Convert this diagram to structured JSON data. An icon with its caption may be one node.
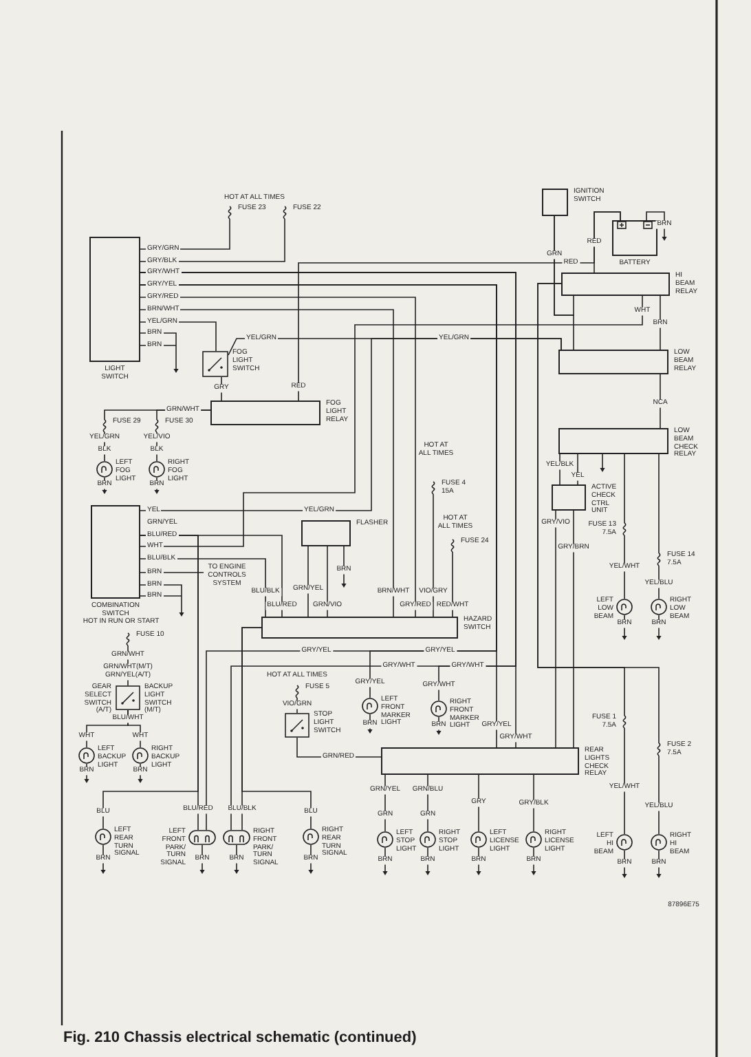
{
  "diagram": {
    "title": "Fig. 210 Chassis electrical schematic (continued)",
    "nodes": [
      {
        "text": [
          "LIGHT SWITCH"
        ]
      },
      {
        "text": [
          "FUSE 23"
        ]
      },
      {
        "text": [
          "FUSE 22"
        ]
      },
      {
        "text": [
          "FOG LIGHT SWITCH"
        ]
      },
      {
        "text": [
          "FOG LIGHT RELAY"
        ]
      },
      {
        "text": [
          "FUSE 29"
        ]
      },
      {
        "text": [
          "FUSE 30"
        ]
      },
      {
        "text": [
          "LEFT FOG LIGHT"
        ]
      },
      {
        "text": [
          "RIGHT FOG LIGHT"
        ]
      },
      {
        "text": [
          "IGNITION SWITCH"
        ]
      },
      {
        "text": [
          "BATTERY"
        ]
      },
      {
        "text": [
          "HI BEAM RELAY"
        ]
      },
      {
        "text": [
          "LOW BEAM RELAY"
        ]
      },
      {
        "text": [
          "LOW BEAM CHECK RELAY"
        ]
      },
      {
        "text": [
          "ACTIVE CHECK CTRL UNIT"
        ]
      },
      {
        "text": [
          "FUSE 13 7.5A"
        ]
      },
      {
        "text": [
          "FUSE 14 7.5A"
        ]
      },
      {
        "text": [
          "LEFT LOW BEAM"
        ]
      },
      {
        "text": [
          "RIGHT LOW BEAM"
        ]
      },
      {
        "text": [
          "COMBINATION SWITCH"
        ]
      },
      {
        "text": [
          "FLASHER"
        ]
      },
      {
        "text": [
          "HAZARD SWITCH"
        ]
      },
      {
        "text": [
          "FUSE 4 15A"
        ]
      },
      {
        "text": [
          "FUSE 24"
        ]
      },
      {
        "text": [
          "TO ENGINE CONTROLS SYSTEM"
        ]
      },
      {
        "text": [
          "FUSE 10"
        ]
      },
      {
        "text": [
          "GEAR SELECT SWITCH (A/T)",
          "BACKUP LIGHT SWITCH (M/T)"
        ]
      },
      {
        "text": [
          "LEFT BACKUP LIGHT"
        ]
      },
      {
        "text": [
          "RIGHT BACKUP LIGHT"
        ]
      },
      {
        "text": [
          "FUSE 5"
        ]
      },
      {
        "text": [
          "STOP LIGHT SWITCH"
        ]
      },
      {
        "text": [
          "LEFT FRONT MARKER LIGHT"
        ]
      },
      {
        "text": [
          "RIGHT FRONT MARKER LIGHT"
        ]
      },
      {
        "text": [
          "REAR LIGHTS CHECK RELAY"
        ]
      },
      {
        "text": [
          "FUSE 1 7.5A"
        ]
      },
      {
        "text": [
          "FUSE 2 7.5A"
        ]
      },
      {
        "text": [
          "LEFT REAR TURN SIGNAL"
        ]
      },
      {
        "text": [
          "LEFT FRONT PARK/ TURN SIGNAL"
        ]
      },
      {
        "text": [
          "RIGHT FRONT PARK/ TURN SIGNAL"
        ]
      },
      {
        "text": [
          "RIGHT REAR TURN SIGNAL"
        ]
      },
      {
        "text": [
          "LEFT STOP LIGHT"
        ]
      },
      {
        "text": [
          "RIGHT STOP LIGHT"
        ]
      },
      {
        "text": [
          "LEFT LICENSE LIGHT"
        ]
      },
      {
        "text": [
          "RIGHT LICENSE LIGHT"
        ]
      },
      {
        "text": [
          "LEFT HI BEAM"
        ]
      },
      {
        "text": [
          "RIGHT HI BEAM"
        ]
      }
    ],
    "edges": [
      {
        "from": 0,
        "to": 1,
        "arrow": "none"
      },
      {
        "from": 0,
        "to": 2,
        "arrow": "none"
      },
      {
        "from": 0,
        "to": 33,
        "arrow": "none"
      },
      {
        "from": 0,
        "to": 33,
        "arrow": "none"
      },
      {
        "from": 0,
        "to": 31,
        "arrow": "none"
      },
      {
        "from": 0,
        "to": 37,
        "arrow": "none"
      },
      {
        "from": 0,
        "to": 32,
        "arrow": "none"
      },
      {
        "from": 0,
        "to": 38,
        "arrow": "none"
      },
      {
        "from": 0,
        "to": 21,
        "arrow": "none"
      },
      {
        "from": 0,
        "to": 21,
        "arrow": "none"
      },
      {
        "from": 0,
        "to": 3,
        "arrow": "none"
      },
      {
        "from": 3,
        "to": 12,
        "arrow": "none"
      },
      {
        "from": 3,
        "to": 4,
        "arrow": "none"
      },
      {
        "from": 4,
        "to": 5,
        "arrow": "none"
      },
      {
        "from": 4,
        "to": 6,
        "arrow": "none"
      },
      {
        "from": 4,
        "to": 10,
        "arrow": "none"
      },
      {
        "from": 10,
        "to": 11,
        "arrow": "none"
      },
      {
        "from": 9,
        "to": 11,
        "arrow": "none"
      },
      {
        "from": 9,
        "to": 12,
        "arrow": "none"
      },
      {
        "from": 11,
        "to": 12,
        "arrow": "none"
      },
      {
        "from": 12,
        "to": 13,
        "arrow": "none"
      },
      {
        "from": 11,
        "to": 34,
        "arrow": "none"
      },
      {
        "from": 11,
        "to": 35,
        "arrow": "none"
      },
      {
        "from": 13,
        "to": 14,
        "arrow": "none"
      },
      {
        "from": 13,
        "to": 14,
        "arrow": "none"
      },
      {
        "from": 13,
        "to": 15,
        "arrow": "none"
      },
      {
        "from": 13,
        "to": 16,
        "arrow": "none"
      },
      {
        "from": 15,
        "to": 17,
        "arrow": "none"
      },
      {
        "from": 16,
        "to": 18,
        "arrow": "none"
      },
      {
        "from": 34,
        "to": 44,
        "arrow": "none"
      },
      {
        "from": 35,
        "to": 45,
        "arrow": "none"
      },
      {
        "from": 14,
        "to": 33,
        "arrow": "none"
      },
      {
        "from": 14,
        "to": 33,
        "arrow": "none"
      },
      {
        "from": 19,
        "to": 12,
        "arrow": "none"
      },
      {
        "from": 19,
        "to": 11,
        "arrow": "none"
      },
      {
        "from": 19,
        "to": 37,
        "arrow": "none"
      },
      {
        "from": 19,
        "to": 36,
        "arrow": "none"
      },
      {
        "from": 19,
        "to": 21,
        "arrow": "none"
      },
      {
        "from": 19,
        "to": 24,
        "arrow": "none"
      },
      {
        "from": 20,
        "to": 21,
        "arrow": "none"
      },
      {
        "from": 20,
        "to": 21,
        "arrow": "none"
      },
      {
        "from": 22,
        "to": 21,
        "arrow": "none"
      },
      {
        "from": 23,
        "to": 21,
        "arrow": "none"
      },
      {
        "from": 25,
        "to": 26,
        "arrow": "none"
      },
      {
        "from": 26,
        "to": 27,
        "arrow": "none"
      },
      {
        "from": 26,
        "to": 28,
        "arrow": "none"
      },
      {
        "from": 29,
        "to": 30,
        "arrow": "none"
      },
      {
        "from": 30,
        "to": 33,
        "arrow": "none"
      },
      {
        "from": 33,
        "to": 40,
        "arrow": "none"
      },
      {
        "from": 33,
        "to": 41,
        "arrow": "none"
      },
      {
        "from": 33,
        "to": 42,
        "arrow": "none"
      },
      {
        "from": 33,
        "to": 43,
        "arrow": "none"
      },
      {
        "from": 21,
        "to": 38,
        "arrow": "none"
      },
      {
        "from": 21,
        "to": 39,
        "arrow": "none"
      },
      {
        "from": 5,
        "to": 7,
        "arrow": "none"
      },
      {
        "from": 6,
        "to": 8,
        "arrow": "none"
      },
      {
        "from": 19,
        "to": 21,
        "arrow": "none"
      }
    ],
    "labels": [
      "HOT AT ALL TIMES",
      "GRY/GRN",
      "GRY/BLK",
      "GRY/WHT",
      "GRY/YEL",
      "GRY/RED",
      "BRN/WHT",
      "YEL/GRN",
      "BRN",
      "BRN",
      "BRN",
      "RED",
      "GRN",
      "RED",
      "WHT",
      "BRN",
      "YEL/GRN",
      "YEL/GRN",
      "GRY",
      "RED",
      "GRN/WHT",
      "NCA",
      "YEL/GRN",
      "YEL/VIO",
      "BLK",
      "BLK",
      "HOT AT ALL TIMES",
      "YEL/BLK",
      "YEL",
      "BRN",
      "BRN",
      "YEL",
      "GRN/YEL",
      "BLU/RED",
      "WHT",
      "BLU/BLK",
      "BRN",
      "BRN",
      "BRN",
      "YEL/GRN",
      "GRY/VIO",
      "HOT AT ALL TIMES",
      "GRY/BRN",
      "YEL/WHT",
      "YEL/BLU",
      "BRN",
      "BLU/BLK",
      "GRN/YEL",
      "BRN/WHT",
      "VIO/GRY",
      "BLU/RED",
      "GRN/VIO",
      "GRY/RED",
      "RED/WHT",
      "HOT IN RUN OR START",
      "BRN",
      "BRN",
      "GRY/YEL",
      "GRY/YEL",
      "GRN/WHT",
      "GRN/WHT(M/T)",
      "GRY/WHT",
      "GRY/WHT",
      "GRN/YEL(A/T)",
      "HOT AT ALL TIMES",
      "GRY/YEL",
      "GRY/WHT",
      "VIO/GRN",
      "BLU/WHT",
      "BRN",
      "BRN",
      "WHT",
      "WHT",
      "GRY/YEL",
      "GRY/WHT",
      "GRN/RED",
      "BRN",
      "BRN",
      "YEL/WHT",
      "GRN/YEL",
      "GRN/BLU",
      "GRY",
      "GRY/BLK",
      "YEL/BLU",
      "BLU/RED",
      "BLU/BLK",
      "BLU",
      "BLU",
      "GRN",
      "GRN",
      "BRN",
      "BRN",
      "BRN",
      "BRN",
      "BRN",
      "BRN",
      "BRN",
      "BRN",
      "BRN",
      "BRN",
      "87896E75"
    ]
  }
}
